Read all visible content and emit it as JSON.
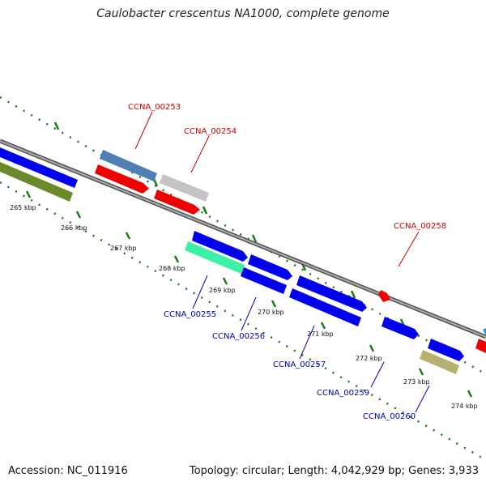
{
  "title": "Caulobacter crescentus NA1000, complete genome",
  "footer": {
    "accession": "Accession: NC_011916",
    "summary": "Topology: circular; Length: 4,042,929 bp; Genes: 3,933"
  },
  "ticks": [
    "265 kbp",
    "266 kbp",
    "267 kbp",
    "268 kbp",
    "269 kbp",
    "270 kbp",
    "271 kbp",
    "272 kbp",
    "273 kbp",
    "274 kbp"
  ],
  "labels": {
    "g253": "CCNA_00253",
    "g254": "CCNA_00254",
    "g258": "CCNA_00258",
    "g255": "CCNA_00255",
    "g256": "CCNA_00256",
    "g257": "CCNA_00257",
    "g259": "CCNA_00259",
    "g260": "CCNA_00260"
  },
  "colors": {
    "cds_forward": "#0000ee",
    "cds_reverse": "#ee0000",
    "steelblue": "#4f7fb4",
    "grey": "#c4c4c4",
    "olive": "#6b8a2a",
    "mint": "#3cf0a8",
    "khaki": "#b8b070",
    "backbone": "#808080",
    "tick": "#1a7a1a",
    "label_red": "#cc0000",
    "label_blue": "#0000aa"
  }
}
